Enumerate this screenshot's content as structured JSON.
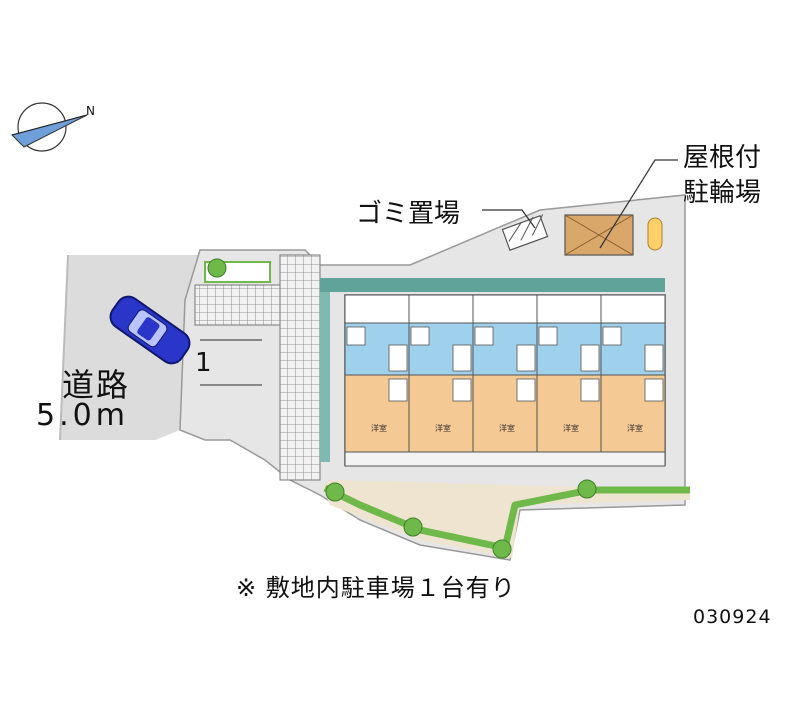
{
  "labels": {
    "road": "道路",
    "road_width": "5.0m",
    "garbage": "ゴミ置場",
    "bike_parking_line1": "屋根付",
    "bike_parking_line2": "駐輪場",
    "parking_note": "※ 敷地内駐車場１台有り",
    "property_code": "030924",
    "parking_space_number": "1"
  },
  "units": [
    {
      "room": "洋室"
    },
    {
      "room": "洋室"
    },
    {
      "room": "洋室"
    },
    {
      "room": "洋室"
    },
    {
      "room": "洋室"
    }
  ],
  "icons": {
    "compass": "compass-icon",
    "car": "car-icon",
    "tree": "tree-icon"
  },
  "colors": {
    "road": "#dcdcdc",
    "site": "#e8e8e8",
    "room_orange": "#f5c993",
    "room_blue": "#9fd0ec",
    "teal_band": "#5fa39a",
    "green": "#6fb84a",
    "bike_roof": "#d9a76a",
    "garden": "#efe4cf",
    "car": "#2a36c9"
  }
}
